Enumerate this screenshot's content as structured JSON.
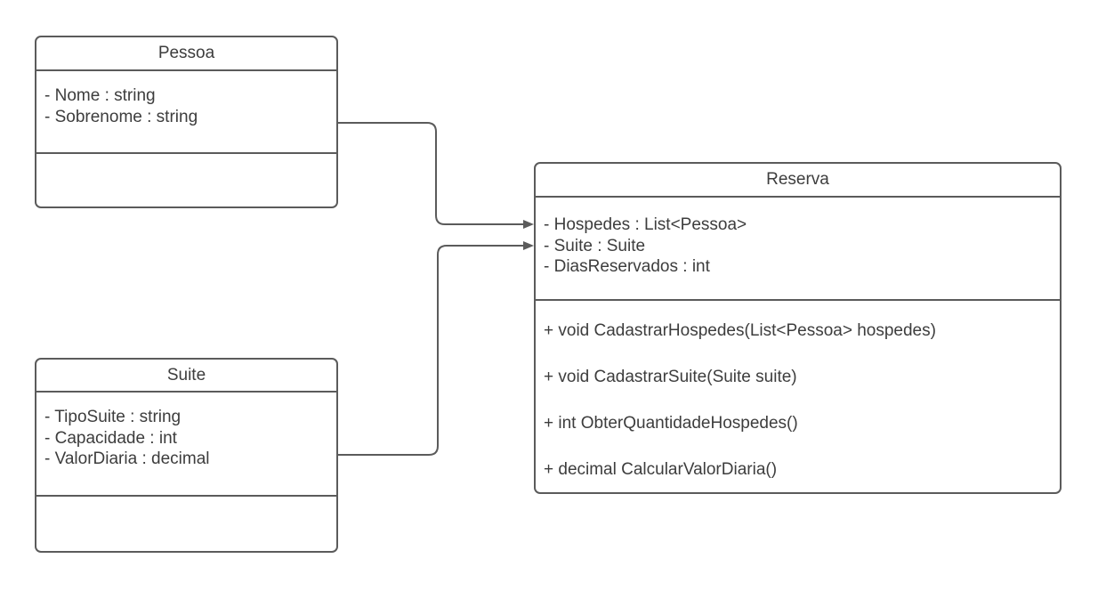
{
  "diagram_type": "uml-class-diagram",
  "classes": [
    {
      "name": "Pessoa",
      "attributes": [
        "- Nome : string",
        "- Sobrenome : string"
      ],
      "methods": []
    },
    {
      "name": "Suite",
      "attributes": [
        "- TipoSuite : string",
        "- Capacidade : int",
        "- ValorDiaria : decimal"
      ],
      "methods": []
    },
    {
      "name": "Reserva",
      "attributes": [
        "- Hospedes : List<Pessoa>",
        "- Suite : Suite",
        "- DiasReservados : int"
      ],
      "methods": [
        "+ void CadastrarHospedes(List<Pessoa> hospedes)",
        "+ void CadastrarSuite(Suite suite)",
        "+ int ObterQuantidadeHospedes()",
        "+ decimal CalcularValorDiaria()"
      ]
    }
  ],
  "relations": [
    {
      "from": "Pessoa",
      "to": "Reserva",
      "arrow": "filled-triangle",
      "target_attribute": "- Hospedes : List<Pessoa>"
    },
    {
      "from": "Suite",
      "to": "Reserva",
      "arrow": "filled-triangle",
      "target_attribute": "- Suite : Suite"
    }
  ],
  "colors": {
    "stroke": "#5b5b5b",
    "text": "#3d3d3d",
    "background": "#ffffff"
  }
}
